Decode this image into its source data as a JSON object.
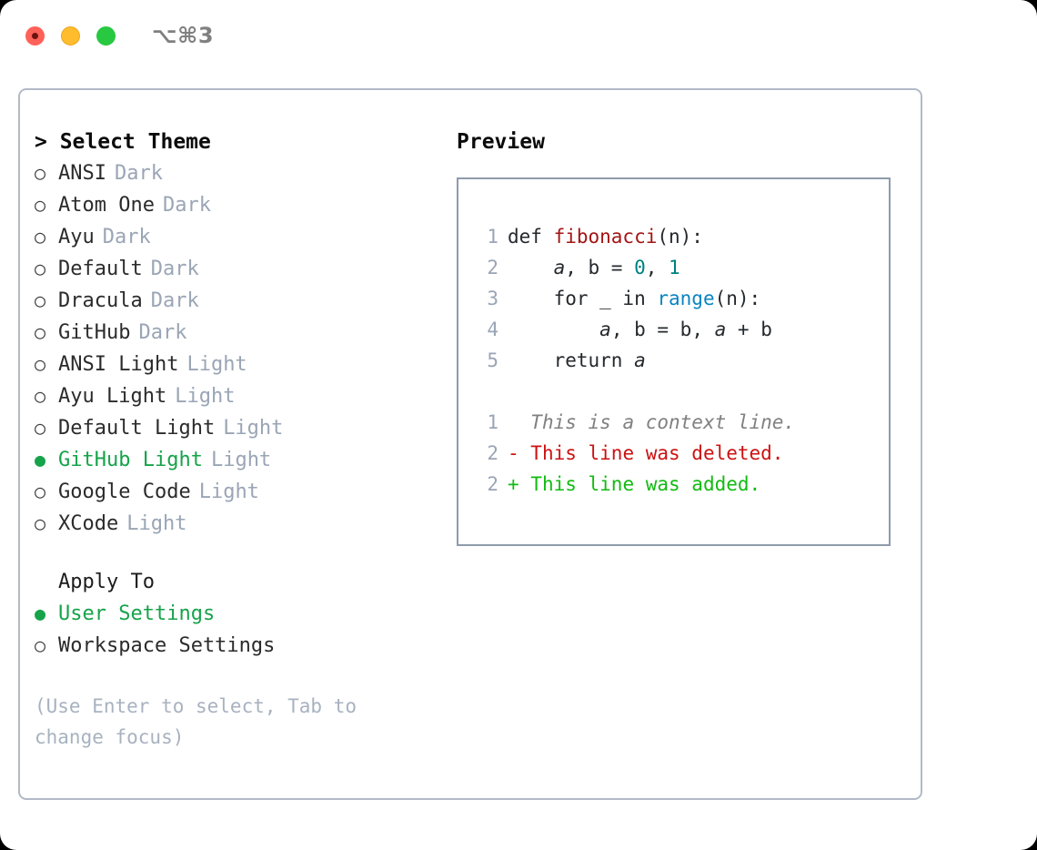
{
  "titlebar": {
    "lights": [
      {
        "name": "close",
        "color": "#ff6159"
      },
      {
        "name": "minimize",
        "color": "#ffbd2e"
      },
      {
        "name": "zoom",
        "color": "#28c840"
      }
    ],
    "shortcut": "⌥⌘3"
  },
  "left": {
    "header": "> Select Theme",
    "themes": [
      {
        "marker": "○",
        "name": "ANSI",
        "tag": "Dark",
        "selected": false
      },
      {
        "marker": "○",
        "name": "Atom One",
        "tag": "Dark",
        "selected": false
      },
      {
        "marker": "○",
        "name": "Ayu",
        "tag": "Dark",
        "selected": false
      },
      {
        "marker": "○",
        "name": "Default",
        "tag": "Dark",
        "selected": false
      },
      {
        "marker": "○",
        "name": "Dracula",
        "tag": "Dark",
        "selected": false
      },
      {
        "marker": "○",
        "name": "GitHub",
        "tag": "Dark",
        "selected": false
      },
      {
        "marker": "○",
        "name": "ANSI Light",
        "tag": "Light",
        "selected": false
      },
      {
        "marker": "○",
        "name": "Ayu Light",
        "tag": "Light",
        "selected": false
      },
      {
        "marker": "○",
        "name": "Default Light",
        "tag": "Light",
        "selected": false
      },
      {
        "marker": "●",
        "name": "GitHub Light",
        "tag": "Light",
        "selected": true
      },
      {
        "marker": "○",
        "name": "Google Code",
        "tag": "Light",
        "selected": false
      },
      {
        "marker": "○",
        "name": "XCode",
        "tag": "Light",
        "selected": false
      }
    ],
    "apply_to_label": "Apply To",
    "apply_to_options": [
      {
        "marker": "●",
        "name": "User Settings",
        "selected": true
      },
      {
        "marker": "○",
        "name": "Workspace Settings",
        "selected": false
      }
    ],
    "hint": "(Use Enter to select, Tab to change focus)"
  },
  "preview": {
    "title": "Preview",
    "code": [
      {
        "num": "1",
        "tokens": [
          {
            "t": "def ",
            "k": "plain"
          },
          {
            "t": "fibonacci",
            "k": "fn"
          },
          {
            "t": "(n):",
            "k": "plain"
          }
        ]
      },
      {
        "num": "2",
        "tokens": [
          {
            "t": "    ",
            "k": "plain"
          },
          {
            "t": "a",
            "k": "var"
          },
          {
            "t": ", b = ",
            "k": "plain"
          },
          {
            "t": "0",
            "k": "num"
          },
          {
            "t": ", ",
            "k": "plain"
          },
          {
            "t": "1",
            "k": "num"
          }
        ]
      },
      {
        "num": "3",
        "tokens": [
          {
            "t": "    for _ in ",
            "k": "plain"
          },
          {
            "t": "range",
            "k": "call"
          },
          {
            "t": "(n):",
            "k": "plain"
          }
        ]
      },
      {
        "num": "4",
        "tokens": [
          {
            "t": "        ",
            "k": "plain"
          },
          {
            "t": "a",
            "k": "var"
          },
          {
            "t": ", b = b, ",
            "k": "plain"
          },
          {
            "t": "a",
            "k": "var"
          },
          {
            "t": " + b",
            "k": "plain"
          }
        ]
      },
      {
        "num": "5",
        "tokens": [
          {
            "t": "    return ",
            "k": "plain"
          },
          {
            "t": "a",
            "k": "var"
          }
        ]
      }
    ],
    "diff": [
      {
        "num": "1",
        "sign": "  ",
        "text": "This is a context line.",
        "kind": "context"
      },
      {
        "num": "2",
        "sign": "- ",
        "text": "This line was deleted.",
        "kind": "deleted"
      },
      {
        "num": "2",
        "sign": "+ ",
        "text": "This line was added.",
        "kind": "added"
      }
    ]
  },
  "colors": {
    "accent_green": "#16a34a",
    "muted": "#9aa5b5",
    "diff_add": "#11bb11",
    "diff_del": "#cc1111",
    "border": "#b2bac6"
  }
}
